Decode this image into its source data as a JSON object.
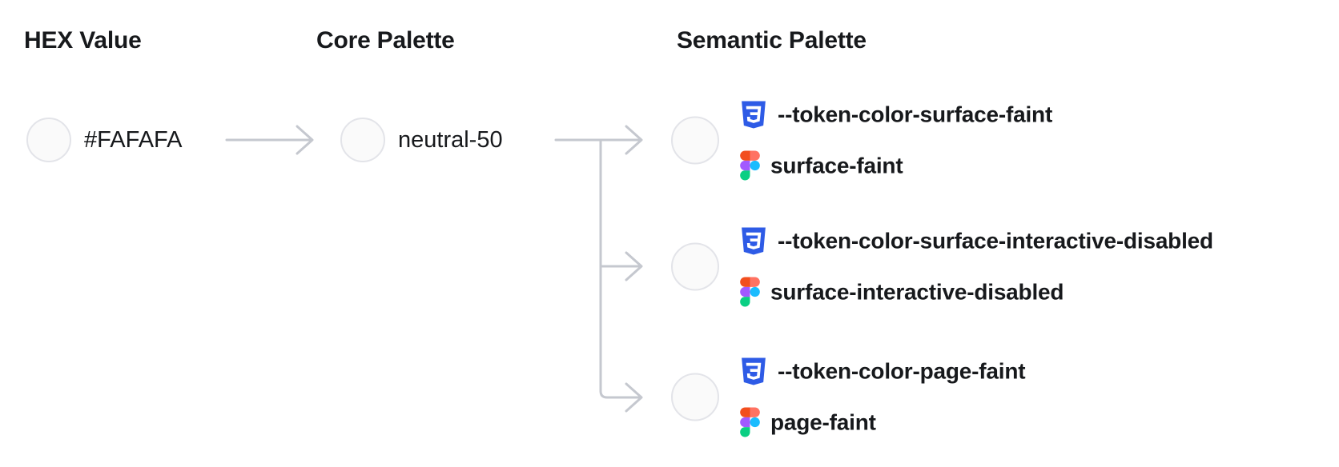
{
  "columns": {
    "hex": {
      "title": "HEX Value",
      "swatch_color": "#FAFAFA",
      "label": "#FAFAFA"
    },
    "core": {
      "title": "Core Palette",
      "swatch_color": "#FAFAFA",
      "label": "neutral-50"
    },
    "semantic": {
      "title": "Semantic Palette",
      "rows": [
        {
          "swatch_color": "#FAFAFA",
          "css_variable": "--token-color-surface-faint",
          "figma_style": "surface-faint"
        },
        {
          "swatch_color": "#FAFAFA",
          "css_variable": "--token-color-surface-interactive-disabled",
          "figma_style": "surface-interactive-disabled"
        },
        {
          "swatch_color": "#FAFAFA",
          "css_variable": "--token-color-page-faint",
          "figma_style": "page-faint"
        }
      ]
    }
  },
  "icons": {
    "css": "css3-shield-icon",
    "figma": "figma-logo-icon"
  },
  "colors": {
    "background": "#FFFFFF",
    "text": "#17191C",
    "connector": "#C5C8CF",
    "swatch_fill": "#FAFAFA",
    "swatch_border": "#E3E4E9",
    "css_icon_blue": "#2E5BE6",
    "figma_orange": "#F24E1E",
    "figma_salmon": "#FF7262",
    "figma_purple": "#A259FF",
    "figma_blue": "#1ABCFE",
    "figma_green": "#0ACF83"
  }
}
